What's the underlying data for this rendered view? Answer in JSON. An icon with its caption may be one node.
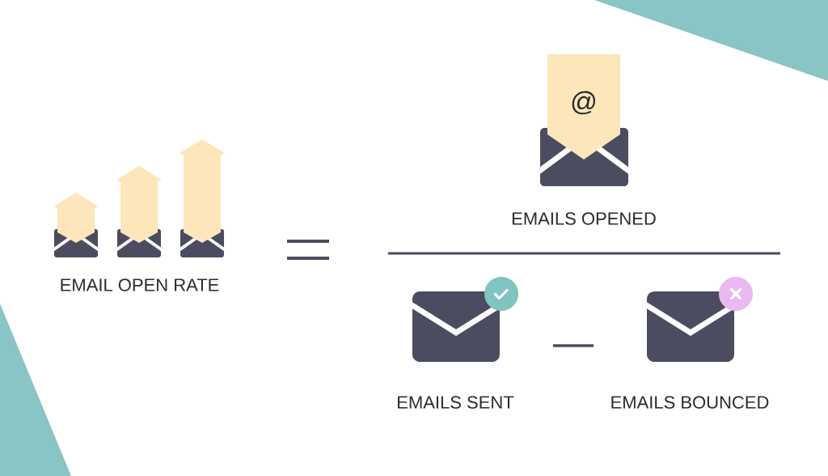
{
  "diagram": {
    "labels": [
      "EMAIL OPEN RATE",
      "@",
      "EMAILS OPENED",
      "EMAILS SENT",
      "EMAILS BOUNCED"
    ]
  }
}
